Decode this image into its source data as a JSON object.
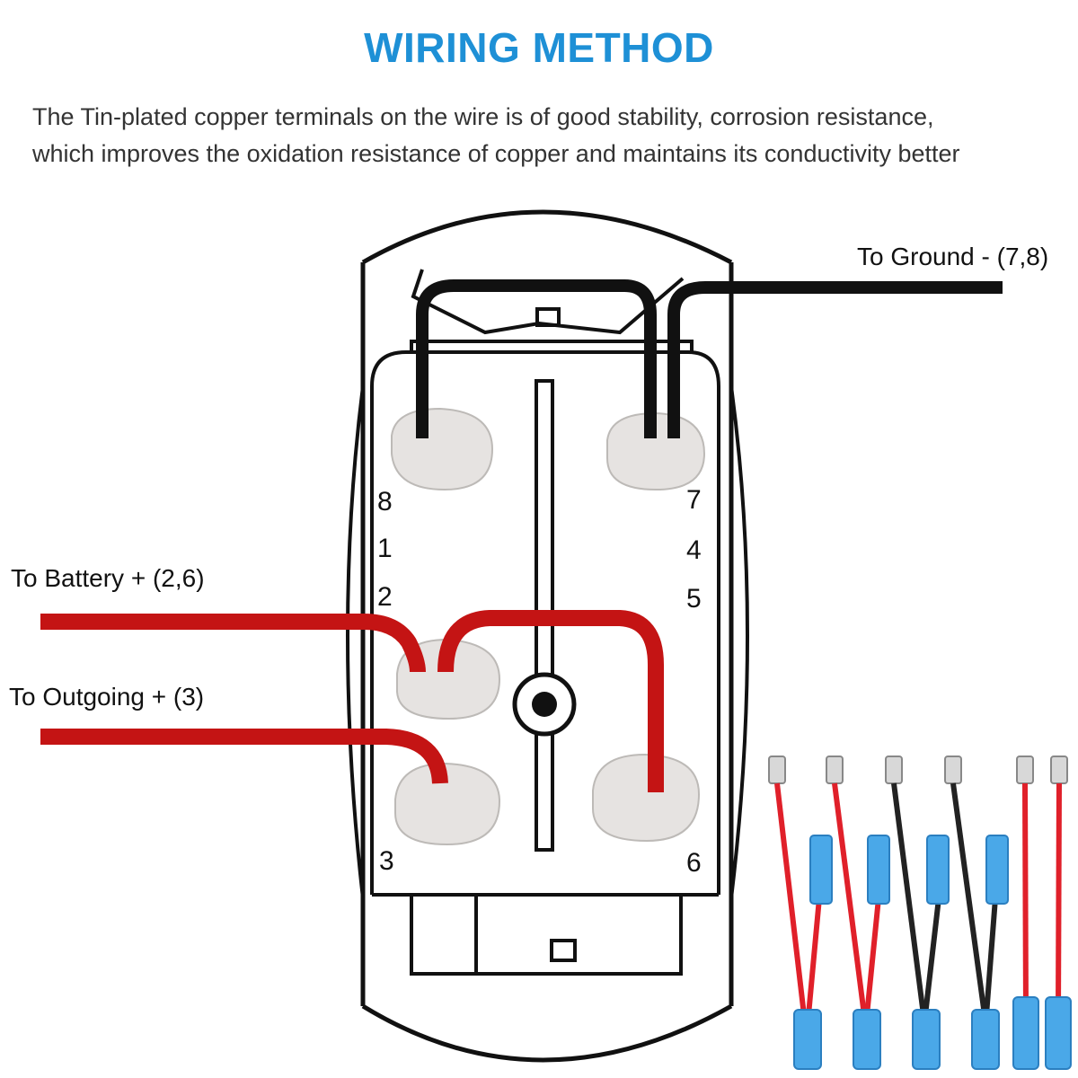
{
  "header": {
    "title": "WIRING METHOD",
    "description_line1": "The Tin-plated copper terminals on the wire is of good stability, corrosion resistance,",
    "description_line2": "which improves the oxidation resistance of copper and maintains its conductivity better"
  },
  "labels": {
    "ground": "To Ground - (7,8)",
    "battery": "To Battery + (2,6)",
    "outgoing": "To Outgoing + (3)"
  },
  "pins": {
    "p8": "8",
    "p1": "1",
    "p2": "2",
    "p3": "3",
    "p7": "7",
    "p4": "4",
    "p5": "5",
    "p6": "6"
  },
  "colors": {
    "title": "#1e90d6",
    "ground_wire": "#111111",
    "positive_wire": "#c41414",
    "terminal_fill": "#e6e3e1",
    "connector_blue": "#4aa8e8"
  },
  "icons": [
    "rocker-switch-icon",
    "spade-terminal-icon",
    "quick-connector-icon"
  ]
}
